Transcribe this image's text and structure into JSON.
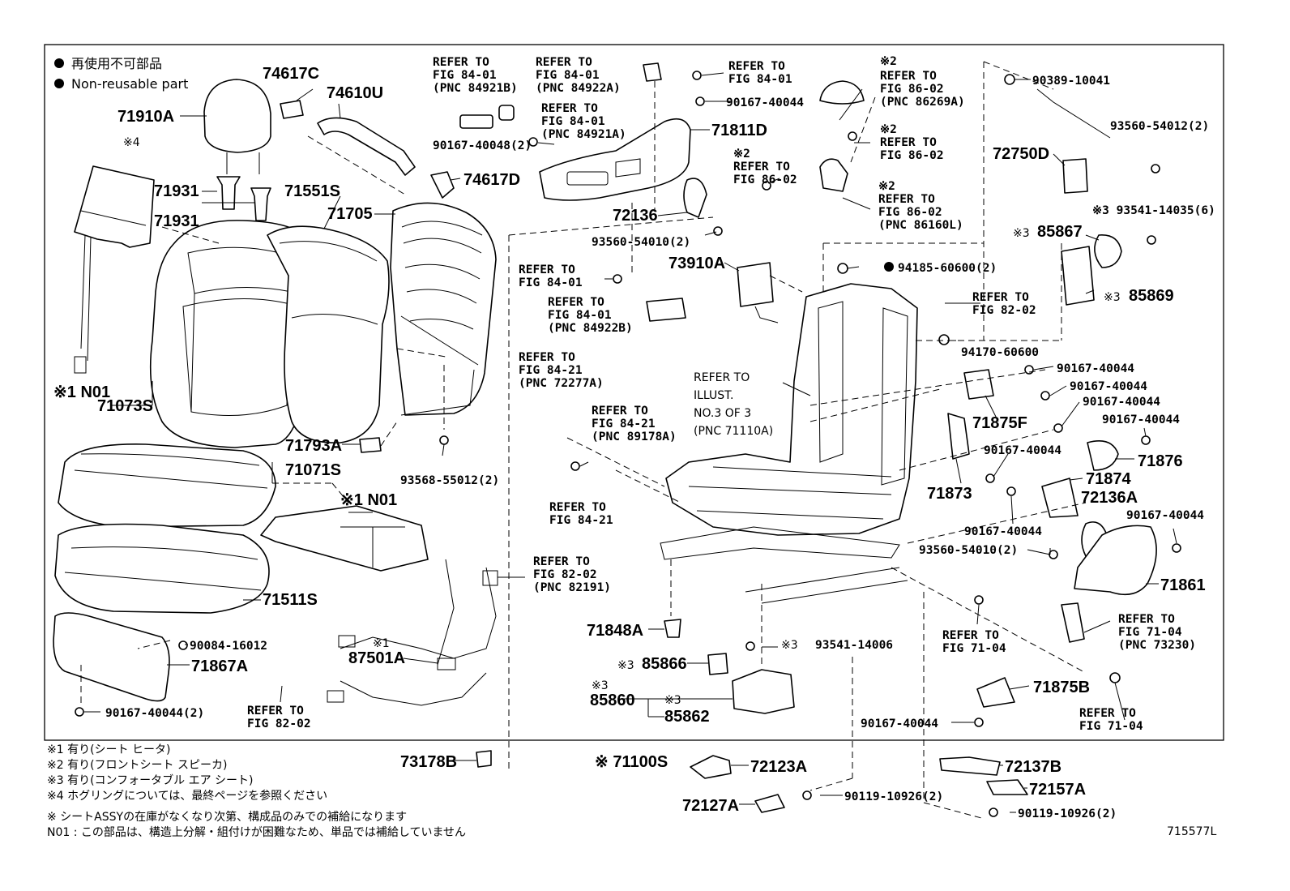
{
  "legend": {
    "nonreusable_jp": "再使用不可部品",
    "nonreusable_en": "Non-reusable part"
  },
  "labels": {
    "p74617C": "74617C",
    "p74610U": "74610U",
    "p71910A": "71910A",
    "mark4": "※4",
    "p71931a": "71931",
    "p71931b": "71931",
    "p71551S": "71551S",
    "p71705": "71705",
    "p74617D": "74617D",
    "p71811D": "71811D",
    "p72136": "72136",
    "p73910A": "73910A",
    "p72750D": "72750D",
    "p85867": "85867",
    "p85869": "85869",
    "p71875F": "71875F",
    "p71876": "71876",
    "p71874": "71874",
    "p71873": "71873",
    "p72136A": "72136A",
    "p71861": "71861",
    "p71875B": "71875B",
    "p71073S": "71073S",
    "n01a": "※1 N01",
    "p71793A": "71793A",
    "p71071S": "71071S",
    "n01b": "※1 N01",
    "p71511S": "71511S",
    "p71867A": "71867A",
    "p87501A": "87501A",
    "mark1_87501A": "※1",
    "p71848A": "71848A",
    "p85866": "85866",
    "p85860": "85860",
    "mark3_85860": "※3",
    "p85862": "85862",
    "mark3_85862": "※3",
    "p73178B": "73178B",
    "p71100S": "※ 71100S",
    "p72123A": "72123A",
    "p72127A": "72127A",
    "p72137B": "72137B",
    "p72157A": "72157A",
    "mark3_85866": "※3",
    "mark3_85867": "※3",
    "mark3_85869": "※3",
    "diagram_id": "715577L"
  },
  "part_numbers": {
    "n90167_40048": "90167-40048(2)",
    "n90167_40044_a": "90167-40044",
    "n93560_54010_a": "93560-54010(2)",
    "n93568_55012": "93568-55012(2)",
    "n90389_10041": "90389-10041",
    "n93560_54012": "93560-54012(2)",
    "n93541_14035": "※3 93541-14035(6)",
    "n94185_60600": "94185-60600(2)",
    "n94170_60600": "94170-60600",
    "n90167_40044_b": "90167-40044",
    "n90167_40044_c": "90167-40044",
    "n90167_40044_d": "90167-40044",
    "n90167_40044_e": "90167-40044",
    "n90167_40044_f": "90167-40044",
    "n90167_40044_g": "90167-40044",
    "n90167_40044_h": "90167-40044",
    "n93560_54010_b": "93560-54010(2)",
    "n90084_16012": "90084-16012",
    "n90167_40044_2": "90167-40044(2)",
    "n93541_14006": "93541-14006",
    "mark3_93541": "※3",
    "n90167_40044_i": "90167-40044",
    "n90119_10926_a": "90119-10926(2)",
    "n90119_10926_b": "90119-10926(2)"
  },
  "refs": {
    "r1": [
      "REFER TO",
      "FIG 84-01",
      "(PNC 84921B)"
    ],
    "r2": [
      "REFER TO",
      "FIG 84-01",
      "(PNC 84922A)"
    ],
    "r3": [
      "REFER TO",
      "FIG 84-01",
      "(PNC 84921A)"
    ],
    "r4": [
      "REFER TO",
      "FIG 84-01"
    ],
    "r5": [
      "※2",
      "REFER TO",
      "FIG 86-02",
      "(PNC 86269A)"
    ],
    "r6": [
      "※2",
      "REFER TO",
      "FIG 86-02"
    ],
    "r7": [
      "※2",
      "REFER TO",
      "FIG 86-02"
    ],
    "r8": [
      "※2",
      "REFER TO",
      "FIG 86-02",
      "(PNC 86160L)"
    ],
    "r9": [
      "REFER TO",
      "FIG 84-01"
    ],
    "r10": [
      "REFER TO",
      "FIG 84-01",
      "(PNC 84922B)"
    ],
    "r11": [
      "REFER TO",
      "FIG 82-02"
    ],
    "r12": [
      "REFER TO",
      "FIG 84-21",
      "(PNC 72277A)"
    ],
    "r13": [
      "REFER TO",
      "FIG 84-21",
      "(PNC 89178A)"
    ],
    "r14": [
      "REFER TO",
      "FIG 84-21"
    ],
    "r15": [
      "REFER TO",
      "FIG 82-02",
      "(PNC 82191)"
    ],
    "r16": [
      "REFER TO",
      "FIG 82-02"
    ],
    "r17": [
      "REFER TO",
      "FIG 71-04"
    ],
    "r18": [
      "REFER TO",
      "FIG 71-04",
      "(PNC 73230)"
    ],
    "r19": [
      "REFER TO",
      "FIG 71-04"
    ],
    "illust": [
      "REFER TO",
      "ILLUST.",
      "NO.3 OF 3",
      "(PNC 71110A)"
    ]
  },
  "notes": [
    "※1  有り(シート ヒータ)",
    "※2  有り(フロントシート スピーカ)",
    "※3  有り(コンフォータブル エア シート)",
    "※4  ホグリングについては、最終ページを参照ください",
    "※  シートASSYの在庫がなくなり次第、構成品のみでの補給になります",
    "N01 : この部品は、構造上分解・組付けが困難なため、単品では補給していません"
  ]
}
